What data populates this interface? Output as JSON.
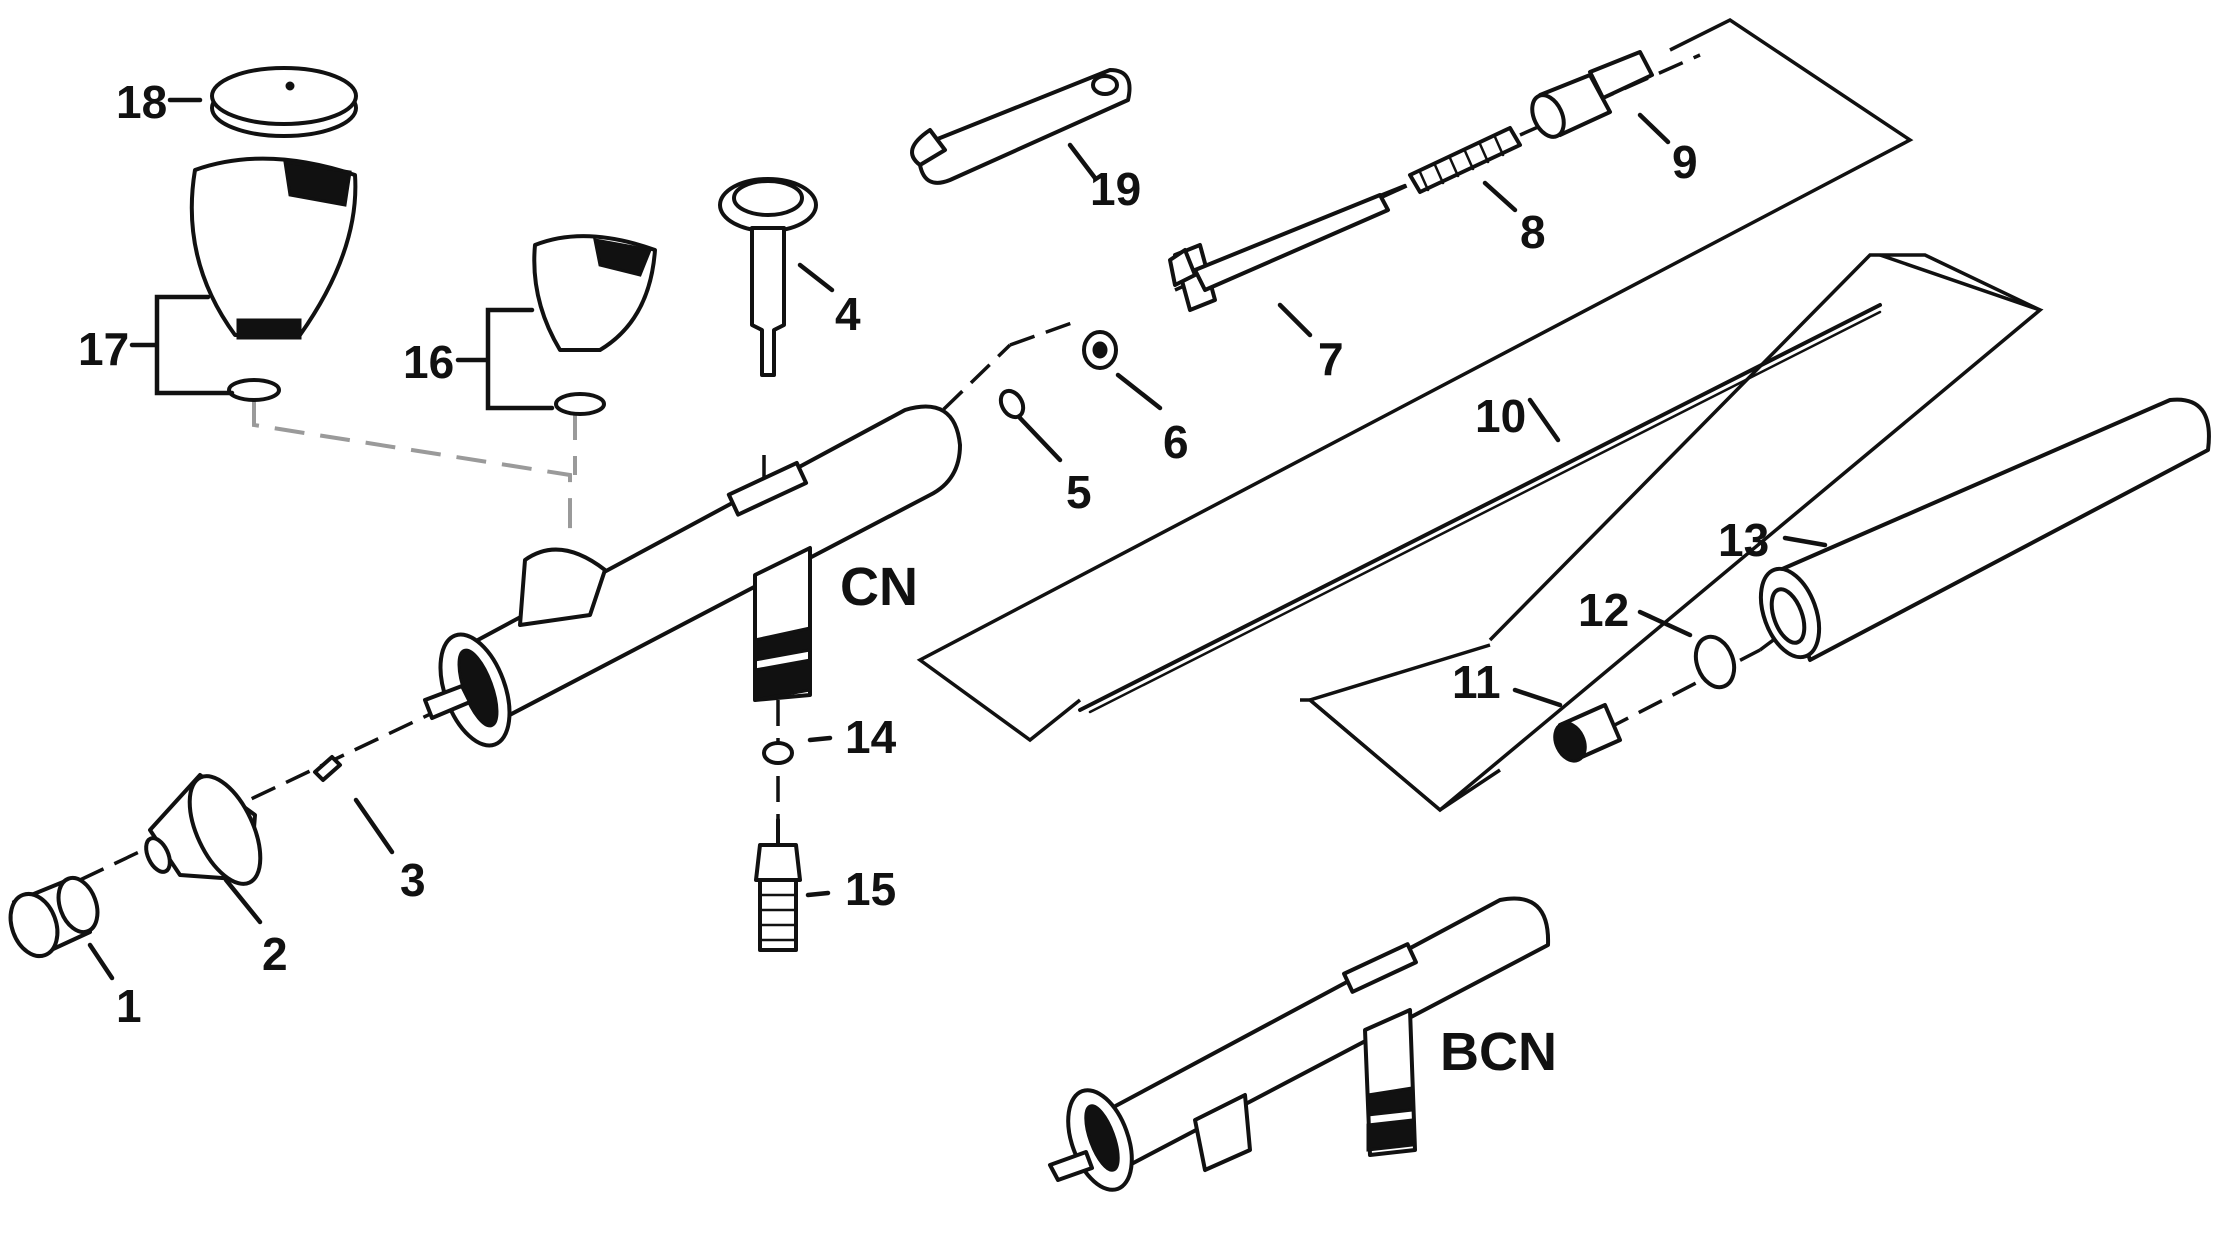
{
  "diagram": {
    "part_numbers": [
      "1",
      "2",
      "3",
      "4",
      "5",
      "6",
      "7",
      "8",
      "9",
      "10",
      "11",
      "12",
      "13",
      "14",
      "15",
      "16",
      "17",
      "18",
      "19"
    ],
    "model_labels": {
      "main": "CN",
      "alternate": "BCN"
    }
  }
}
